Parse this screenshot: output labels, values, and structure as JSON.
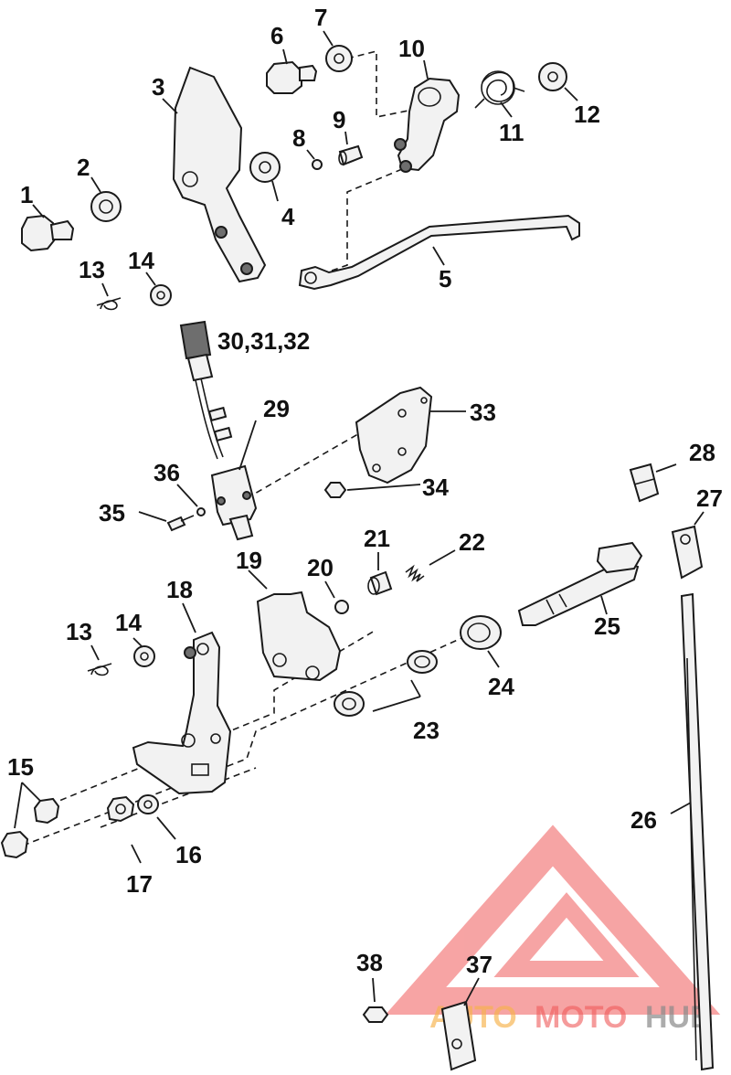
{
  "labels": {
    "l1": "1",
    "l2": "2",
    "l3": "3",
    "l4": "4",
    "l5": "5",
    "l6": "6",
    "l7": "7",
    "l8": "8",
    "l9": "9",
    "l10": "10",
    "l11": "11",
    "l12": "12",
    "l13a": "13",
    "l14a": "14",
    "l13b": "13",
    "l14b": "14",
    "l15": "15",
    "l16": "16",
    "l17": "17",
    "l18": "18",
    "l19": "19",
    "l20": "20",
    "l21": "21",
    "l22": "22",
    "l23": "23",
    "l24": "24",
    "l25": "25",
    "l26": "26",
    "l27": "27",
    "l28": "28",
    "l29": "29",
    "l30": "30,31,32",
    "l33": "33",
    "l34": "34",
    "l35": "35",
    "l36": "36",
    "l37": "37",
    "l38": "38"
  },
  "watermark": {
    "auto": "AUTO",
    "moto": "MOTO",
    "hub": "HUB",
    "colors": {
      "red": "#f05a5a",
      "orange": "#f7b24a",
      "gray": "#8a8a8a"
    }
  }
}
